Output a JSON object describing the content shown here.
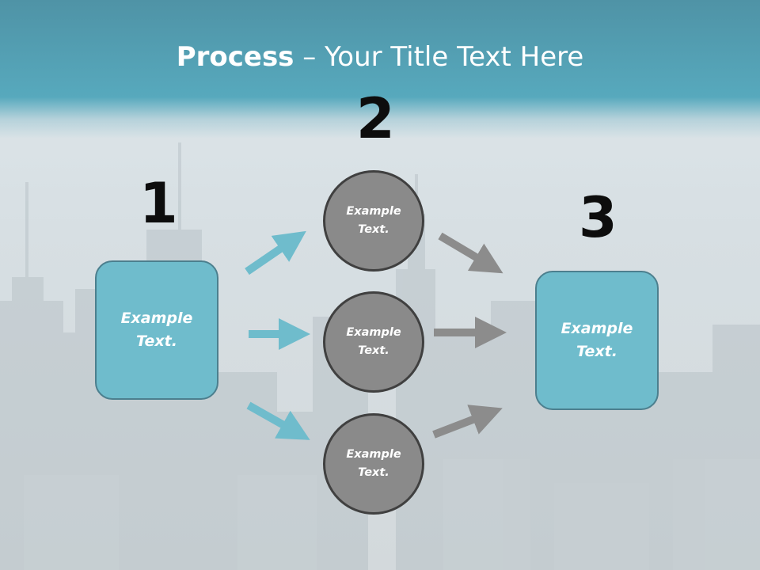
{
  "header": {
    "title_bold": "Process",
    "title_rest": " – Your Title Text Here"
  },
  "steps": {
    "step1": {
      "number": "1",
      "label": "Example\nText."
    },
    "step2": {
      "number": "2",
      "circles": [
        {
          "label": "Example\nText."
        },
        {
          "label": "Example\nText."
        },
        {
          "label": "Example\nText."
        }
      ]
    },
    "step3": {
      "number": "3",
      "label": "Example\nText."
    }
  },
  "colors": {
    "header": "#57a9bd",
    "box_fill": "#6fbccc",
    "circle_fill": "#8a8a8a",
    "arrow_teal": "#6fbccc",
    "arrow_gray": "#8c8c8c"
  }
}
